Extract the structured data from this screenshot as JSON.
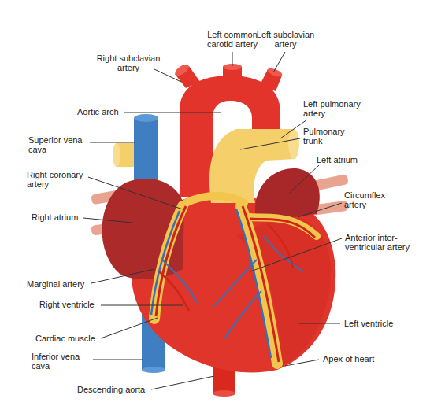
{
  "diagram": {
    "labels": [
      "Left common carotid artery",
      "Left subclavian artery",
      "Right subclavian artery",
      "Aortic arch",
      "Left pulmonary artery",
      "Pulmonary trunk",
      "Superior vena cava",
      "Left atrium",
      "Right coronary artery",
      "Circumflex artery",
      "Right atrium",
      "Anterior inter- ventricular artery",
      "Marginal artery",
      "Right ventricle",
      "Left ventricle",
      "Cardiac muscle",
      "Inferior vena cava",
      "Apex of heart",
      "Descending aorta"
    ]
  }
}
